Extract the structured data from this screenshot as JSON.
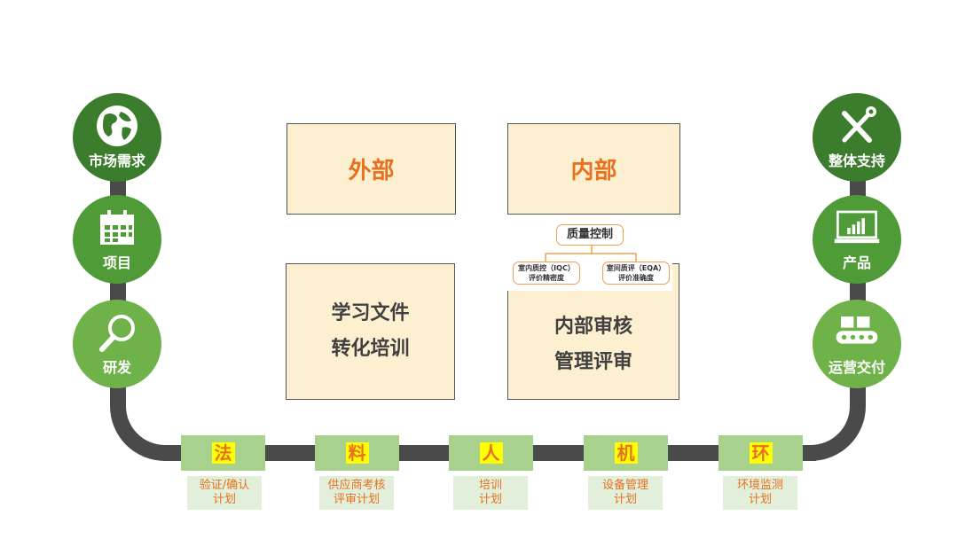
{
  "left_circles": [
    {
      "label": "市场需求",
      "icon": "globe-icon"
    },
    {
      "label": "项目",
      "icon": "calendar-icon"
    },
    {
      "label": "研发",
      "icon": "magnifier-icon"
    }
  ],
  "right_circles": [
    {
      "label": "整体支持",
      "icon": "tools-icon"
    },
    {
      "label": "产品",
      "icon": "monitor-chart-icon"
    },
    {
      "label": "运营交付",
      "icon": "conveyor-icon"
    }
  ],
  "boxes": {
    "external": "外部",
    "internal": "内部",
    "study_line1": "学习文件",
    "study_line2": "转化培训",
    "audit_line1": "内部审核",
    "audit_line2": "管理评审"
  },
  "quality": {
    "title": "质量控制",
    "iqc_line1": "室内质控（IQC）",
    "iqc_line2": "评价精密度",
    "eqa_line1": "室间质评（EQA）",
    "eqa_line2": "评价准确度"
  },
  "bottom": [
    {
      "tag": "法",
      "line1": "验证/确认",
      "line2": "计划"
    },
    {
      "tag": "料",
      "line1": "供应商考核",
      "line2": "评审计划"
    },
    {
      "tag": "人",
      "line1": "培训",
      "line2": "计划"
    },
    {
      "tag": "机",
      "line1": "设备管理",
      "line2": "计划"
    },
    {
      "tag": "环",
      "line1": "环境监测",
      "line2": "计划"
    }
  ],
  "colors": {
    "dark_green": "#3b7d2c",
    "mid_green": "#4f9b37",
    "light_green": "#6fb24a",
    "orange": "#e8701f",
    "box_fill": "#fdf0d0",
    "rail": "#4a4a4a"
  }
}
